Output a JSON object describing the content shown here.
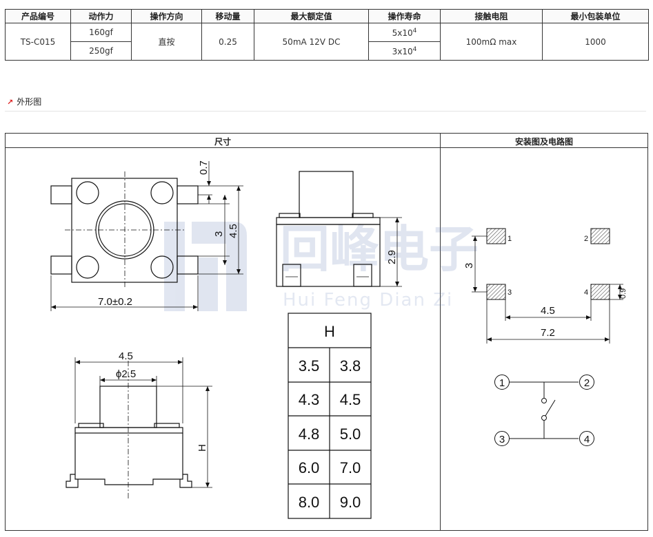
{
  "spec_table": {
    "headers": [
      "产品编号",
      "动作力",
      "操作方向",
      "移动量",
      "最大额定值",
      "操作寿命",
      "接触电阻",
      "最小包装单位"
    ],
    "part_number": "TS-C015",
    "force": [
      "160gf",
      "250gf"
    ],
    "direction": "直按",
    "travel": "0.25",
    "rating": "50mA 12V DC",
    "life": [
      {
        "base": "5x10",
        "exp": "4"
      },
      {
        "base": "3x10",
        "exp": "4"
      }
    ],
    "contact_resistance": "100mΩ max",
    "min_pack": "1000"
  },
  "section": {
    "title": "外形图"
  },
  "drawing": {
    "left_header": "尺寸",
    "right_header": "安装图及电路图",
    "top_view": {
      "width_dim": "7.0±0.2",
      "dim_07": "0.7",
      "dim_3": "3",
      "dim_45": "4.5"
    },
    "side_view": {
      "dim_29": "2.9"
    },
    "front_view": {
      "dim_45": "4.5",
      "dim_diam": "ϕ2.5",
      "dim_h": "H"
    },
    "h_table": {
      "header": "H",
      "rows": [
        [
          "3.5",
          "3.8"
        ],
        [
          "4.3",
          "4.5"
        ],
        [
          "4.8",
          "5.0"
        ],
        [
          "6.0",
          "7.0"
        ],
        [
          "8.0",
          "9.0"
        ]
      ]
    },
    "mounting": {
      "pads": [
        "1",
        "2",
        "3",
        "4"
      ],
      "dim_3": "3",
      "dim_09": "0.9",
      "dim_45": "4.5",
      "dim_72": "7.2"
    },
    "circuit": {
      "nodes": [
        "1",
        "2",
        "3",
        "4"
      ]
    },
    "watermark": {
      "cn": "回峰电子",
      "en": "Hui Feng Dian Zi"
    }
  }
}
